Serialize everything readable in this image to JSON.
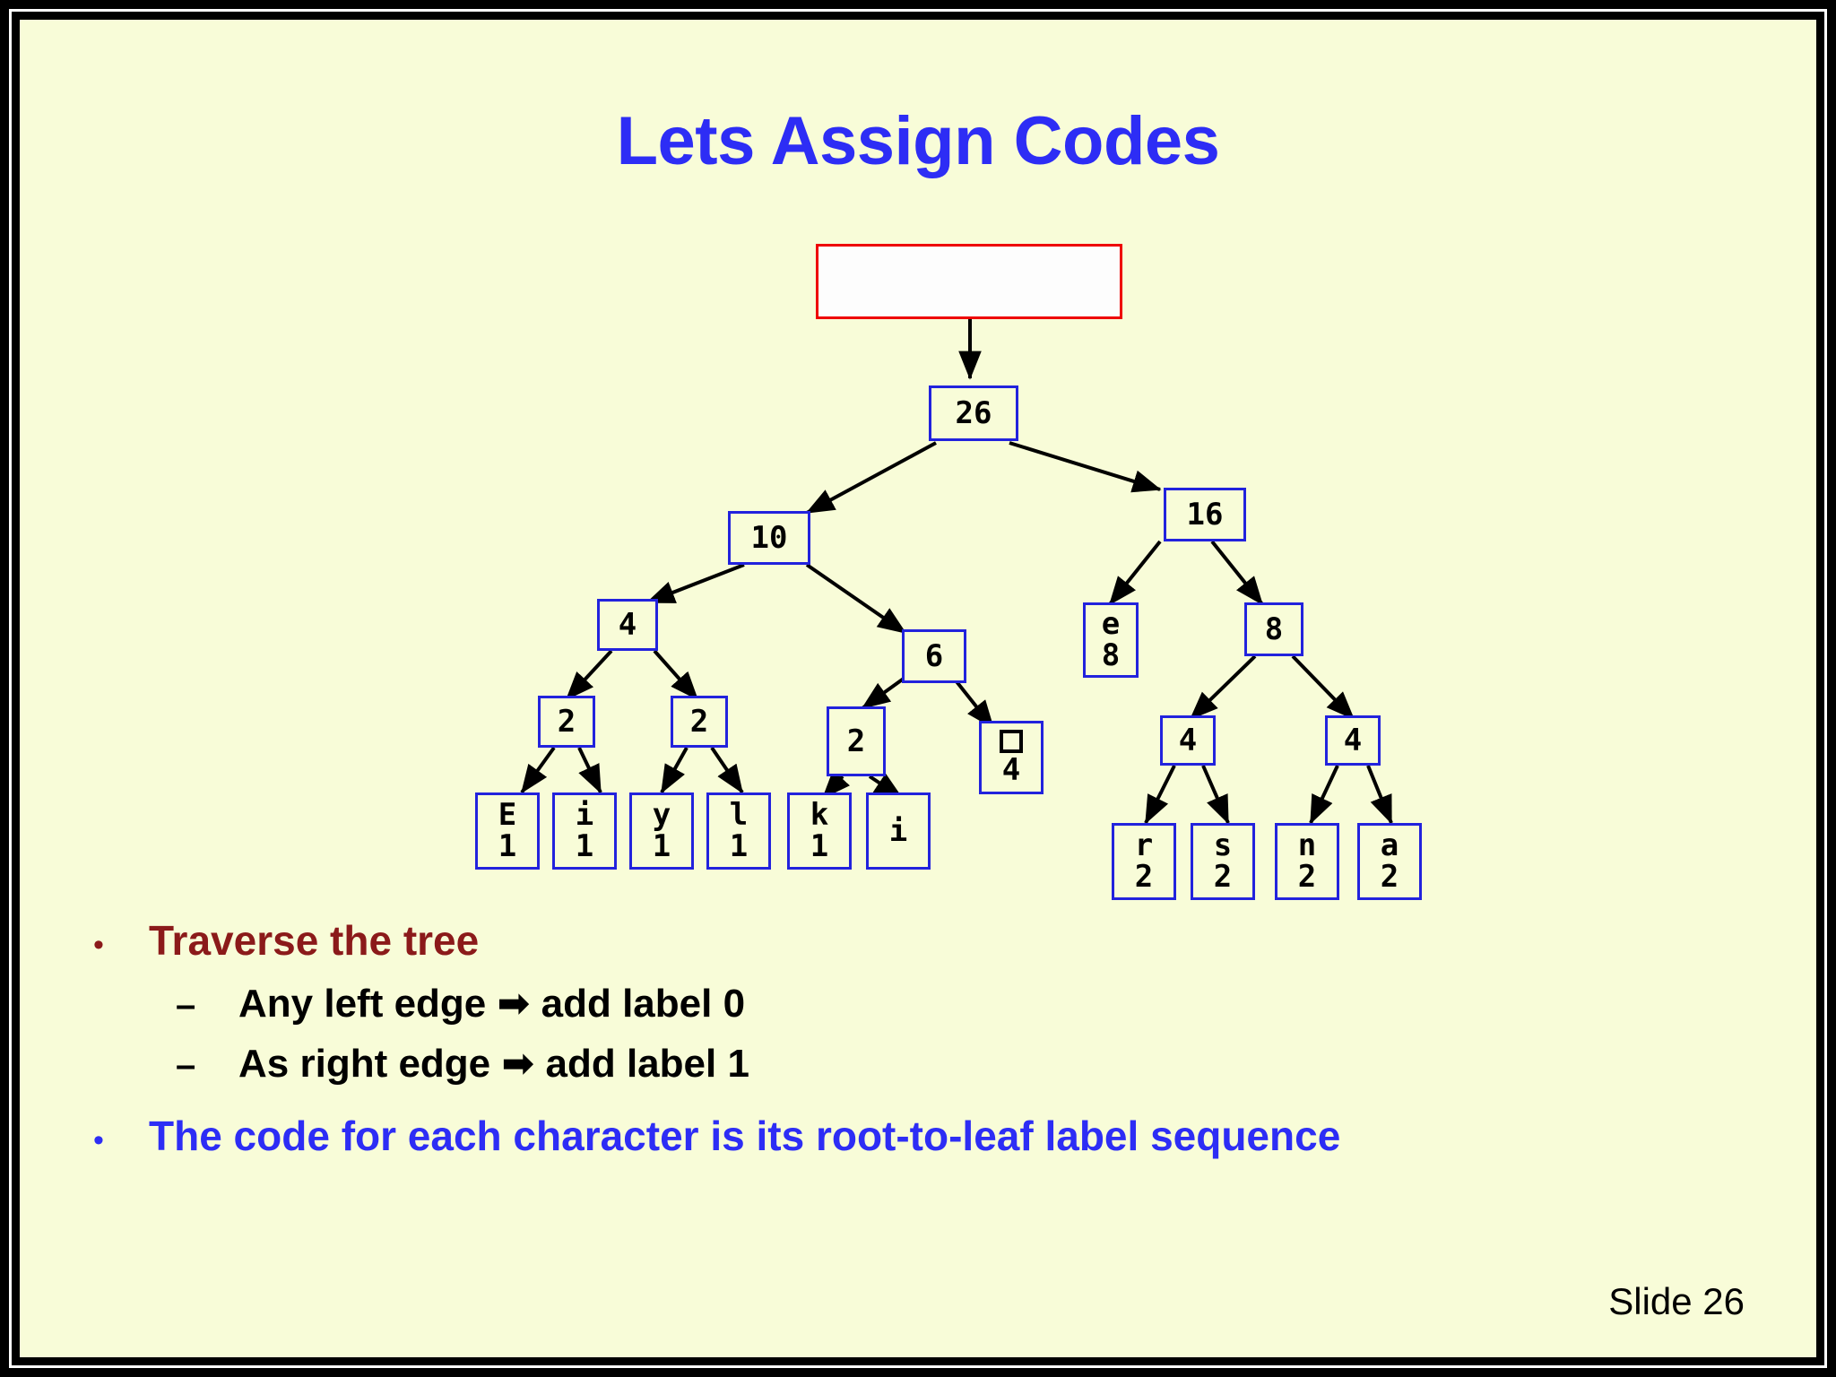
{
  "slide": {
    "title": "Lets Assign Codes",
    "footer": "Slide 26",
    "background_color": "#f8fcd8",
    "title_color": "#2d2df5"
  },
  "callout": {
    "name": "empty-red-rectangle",
    "text": "",
    "border_color": "#ee0000",
    "fill_color": "#fdfdfd"
  },
  "tree": {
    "node_border_color": "#2222dd",
    "edge_color": "#000000",
    "nodes": {
      "root": {
        "value": "26"
      },
      "n10": {
        "value": "10"
      },
      "n16": {
        "value": "16"
      },
      "n4a": {
        "value": "4"
      },
      "n6": {
        "value": "6"
      },
      "ne8": {
        "char": "e",
        "freq": "8"
      },
      "n8": {
        "value": "8"
      },
      "n2a": {
        "value": "2"
      },
      "n2b": {
        "value": "2"
      },
      "n2c": {
        "value": "2"
      },
      "nsp": {
        "char": "space-glyph",
        "freq": "4"
      },
      "n4b": {
        "value": "4"
      },
      "n4c": {
        "value": "4"
      },
      "lE": {
        "char": "E",
        "freq": "1"
      },
      "li1": {
        "char": "i",
        "freq": "1"
      },
      "ly": {
        "char": "y",
        "freq": "1"
      },
      "ll": {
        "char": "l",
        "freq": "1"
      },
      "lk": {
        "char": "k",
        "freq": "1"
      },
      "li2": {
        "char": "i",
        "freq": ""
      },
      "lr": {
        "char": "r",
        "freq": "2"
      },
      "ls": {
        "char": "s",
        "freq": "2"
      },
      "ln": {
        "char": "n",
        "freq": "2"
      },
      "la": {
        "char": "a",
        "freq": "2"
      }
    }
  },
  "bullets": {
    "b1_marker": "•",
    "b1_text": "Traverse the tree",
    "b1_color": "#8b1a1a",
    "sub1_marker": "–",
    "sub1_text_pre": "Any left edge",
    "sub1_arrow": "➡",
    "sub1_text_post": "add label 0",
    "sub2_marker": "–",
    "sub2_text_pre": "As right edge",
    "sub2_arrow": "➡",
    "sub2_text_post": "add label 1",
    "b2_marker": "•",
    "b2_text": "The code for each character is its root-to-leaf label sequence",
    "b2_color": "#2d2df5"
  }
}
